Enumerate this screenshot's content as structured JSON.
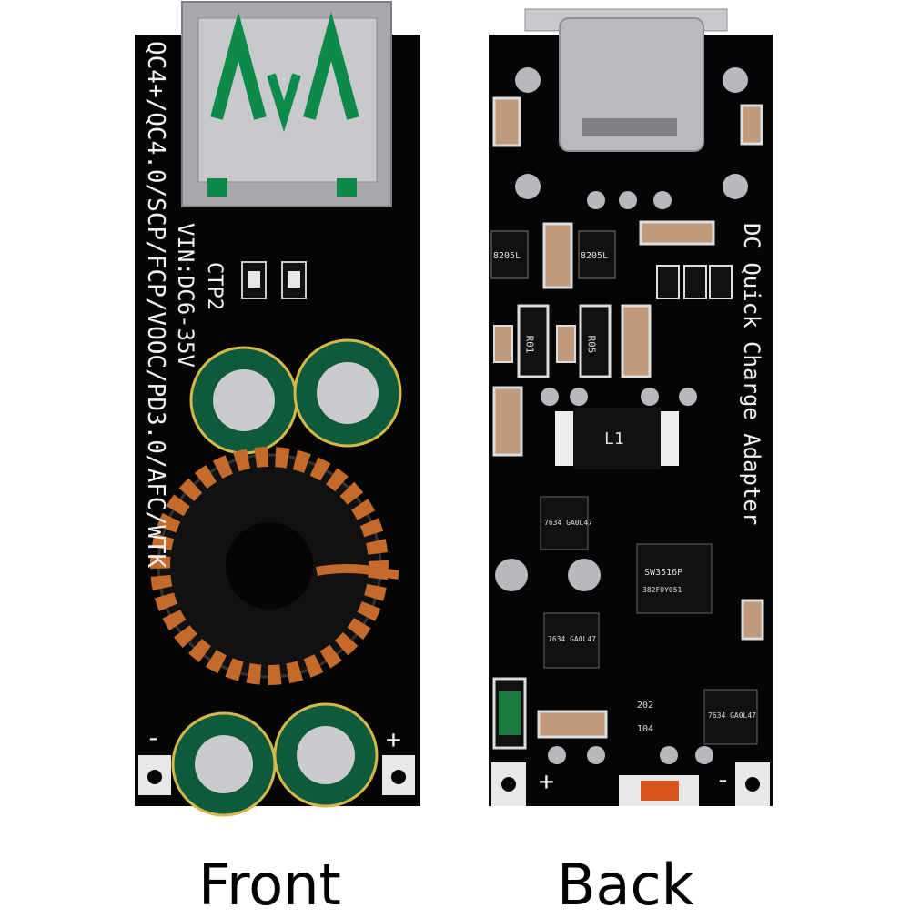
{
  "labels": {
    "front": "Front",
    "back": "Back"
  },
  "front_silk": {
    "protocols": "QC4+/QC4.0/SCP/FCP/VOOC/PD3.0/AFC/WTK",
    "input": "VIN:DC6-35V",
    "model": "CTP2",
    "minus": "-",
    "plus": "+"
  },
  "back_silk": {
    "title": "DC Quick Charge Adapter",
    "plus": "+",
    "minus": "-",
    "r1": "R01",
    "r2": "R05",
    "ic1": "8205L",
    "ic2": "8205L",
    "main_ic": "SW3516P",
    "main_ic_code": "382F0Y051",
    "mosfet1": "7634 GA0L47",
    "mosfet2": "7634 GA0L47",
    "mosfet3": "7634 GA0L47",
    "diode": "L1",
    "res_104": "104",
    "res_202": "202"
  },
  "colors": {
    "pcb": "#050505",
    "solder": "#b8b9bc",
    "copper": "#c46a2a",
    "capacitor": "#0e5a3a",
    "text": "#f2f2f2"
  }
}
